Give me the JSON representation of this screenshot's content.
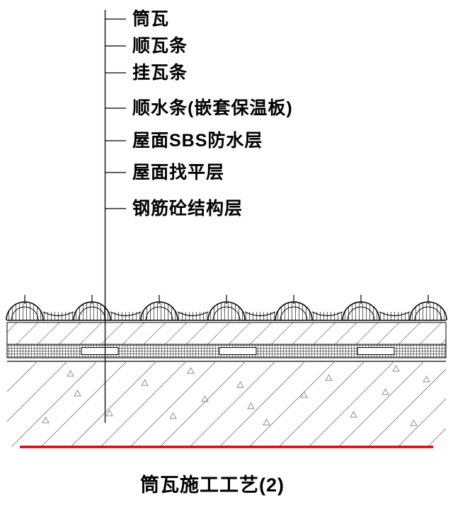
{
  "labels": [
    {
      "text": "筒瓦"
    },
    {
      "text": "顺瓦条"
    },
    {
      "text": "挂瓦条"
    },
    {
      "text": "顺水条(嵌套保温板)"
    },
    {
      "text": "屋面SBS防水层"
    },
    {
      "text": "屋面找平层"
    },
    {
      "text": "钢筋砼结构层"
    }
  ],
  "title": "筒瓦施工工艺(2)",
  "colors": {
    "line": "#000000",
    "hatch_gray": "#949494",
    "red_line": "#e10000",
    "background": "#ffffff"
  }
}
